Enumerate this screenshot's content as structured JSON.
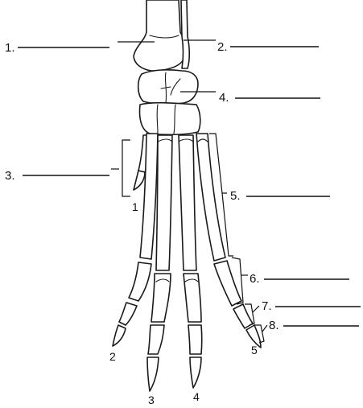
{
  "labels": {
    "l1": "1.",
    "l2": "2.",
    "l3": "3.",
    "l4": "4.",
    "l5": "5.",
    "l6": "6.",
    "l7": "7.",
    "l8": "8."
  },
  "digits": {
    "d1": "1",
    "d2": "2",
    "d3": "3",
    "d4": "4",
    "d5": "5"
  },
  "colors": {
    "line": "#111111",
    "background": "#ffffff"
  }
}
